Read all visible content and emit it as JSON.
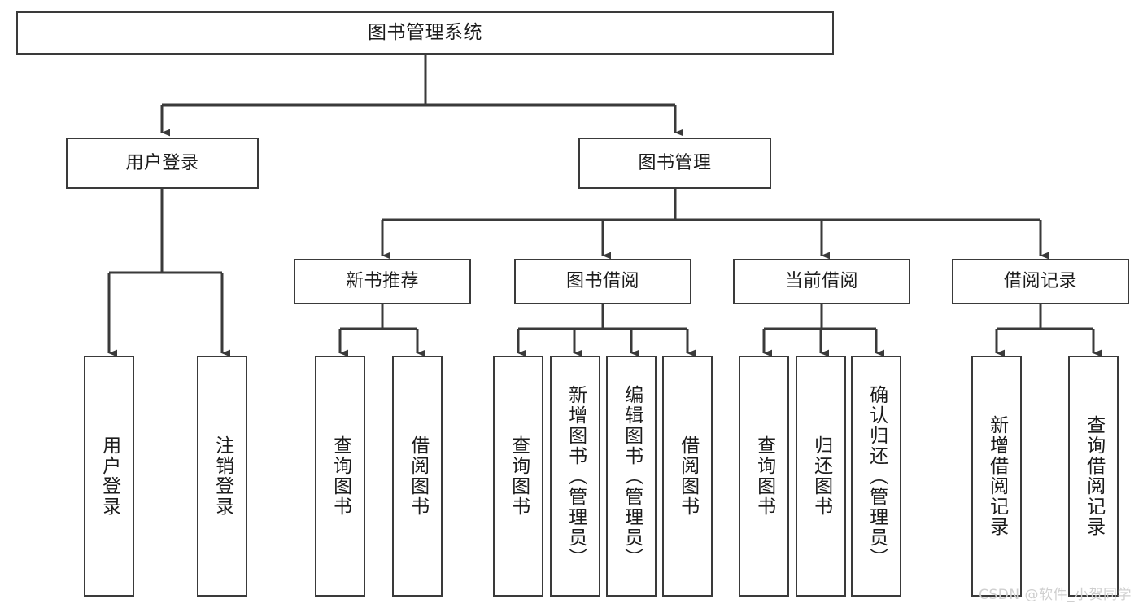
{
  "diagram": {
    "title": "图书管理系统",
    "type": "hierarchy-tree",
    "watermark": "CSDN @软件_小贺同学",
    "colors": {
      "box_border": "#3a3a3a",
      "box_fill": "#ffffff",
      "connector": "#3a3a3a",
      "text": "#1c1c1c",
      "watermark": "#cfcfcf"
    },
    "nodes": {
      "root": {
        "label": "图书管理系统"
      },
      "level2": [
        {
          "id": "user-login",
          "label": "用户登录"
        },
        {
          "id": "book-management",
          "label": "图书管理"
        }
      ],
      "level3": [
        {
          "id": "new-book-recommend",
          "label": "新书推荐"
        },
        {
          "id": "book-borrow",
          "label": "图书借阅"
        },
        {
          "id": "current-borrow",
          "label": "当前借阅"
        },
        {
          "id": "borrow-record",
          "label": "借阅记录"
        }
      ],
      "leaves": {
        "user_login": [
          {
            "id": "leaf-user-login",
            "label": "用户登录"
          },
          {
            "id": "leaf-user-logout",
            "label": "注销登录"
          }
        ],
        "new_book_recommend": [
          {
            "id": "leaf-query-book-1",
            "label": "查询图书"
          },
          {
            "id": "leaf-borrow-book-1",
            "label": "借阅图书"
          }
        ],
        "book_borrow": [
          {
            "id": "leaf-query-book-2",
            "label": "查询图书"
          },
          {
            "id": "leaf-add-book",
            "label": "新增图书（管理员）"
          },
          {
            "id": "leaf-edit-book",
            "label": "编辑图书（管理员）"
          },
          {
            "id": "leaf-borrow-book-2",
            "label": "借阅图书"
          }
        ],
        "current_borrow": [
          {
            "id": "leaf-query-book-3",
            "label": "查询图书"
          },
          {
            "id": "leaf-return-book",
            "label": "归还图书"
          },
          {
            "id": "leaf-confirm-return",
            "label": "确认归还（管理员）"
          }
        ],
        "borrow_record": [
          {
            "id": "leaf-add-record",
            "label": "新增借阅记录"
          },
          {
            "id": "leaf-query-record",
            "label": "查询借阅记录"
          }
        ]
      }
    }
  }
}
